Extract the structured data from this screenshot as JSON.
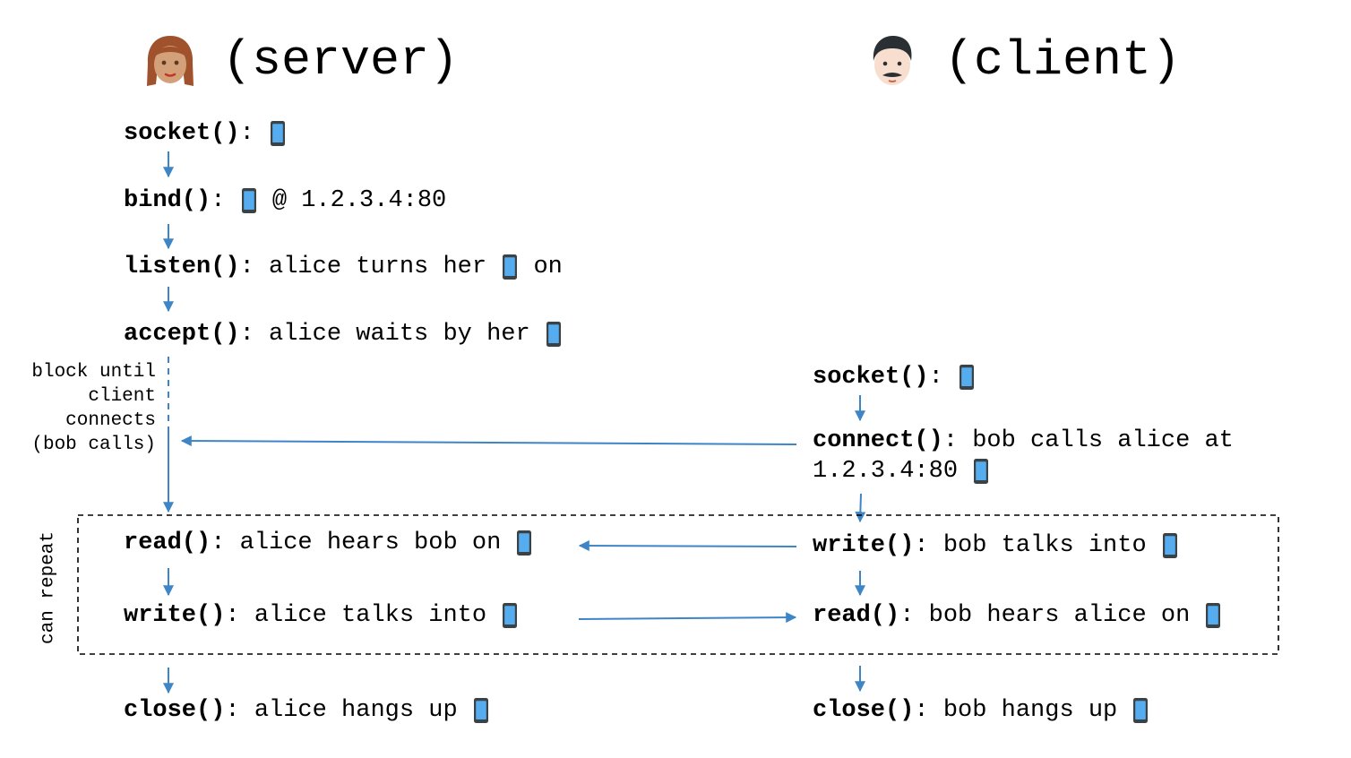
{
  "colors": {
    "arrow": "#3d85c6",
    "phone_body": "#3b4246",
    "phone_screen": "#55acee"
  },
  "icons": {
    "server_avatar": "woman-emoji-icon",
    "client_avatar": "man-emoji-icon",
    "phone": "mobile-phone-icon"
  },
  "server": {
    "title": "(server)",
    "steps": [
      {
        "fn": "socket()",
        "sep": ": ",
        "text": "",
        "after_icon": ""
      },
      {
        "fn": "bind()",
        "sep": ": ",
        "text": "",
        "after_icon": " @ 1.2.3.4:80"
      },
      {
        "fn": "listen()",
        "sep": ": ",
        "text": "alice turns her ",
        "after_icon": " on"
      },
      {
        "fn": "accept()",
        "sep": ": ",
        "text": "alice waits by her ",
        "after_icon": ""
      },
      {
        "fn": "read()",
        "sep": ": ",
        "text": "alice hears bob on ",
        "after_icon": ""
      },
      {
        "fn": "write()",
        "sep": ": ",
        "text": "alice talks into ",
        "after_icon": ""
      },
      {
        "fn": "close()",
        "sep": ": ",
        "text": "alice hangs up ",
        "after_icon": ""
      }
    ]
  },
  "client": {
    "title": "(client)",
    "steps": [
      {
        "fn": "socket()",
        "sep": ": ",
        "text": "",
        "after_icon": ""
      },
      {
        "fn": "connect()",
        "sep": ": ",
        "text": "bob calls alice at",
        "line2": "1.2.3.4:80 "
      },
      {
        "fn": "write()",
        "sep": ": ",
        "text": "bob talks into ",
        "after_icon": ""
      },
      {
        "fn": "read()",
        "sep": ": ",
        "text": "bob hears alice on ",
        "after_icon": ""
      },
      {
        "fn": "close()",
        "sep": ": ",
        "text": "bob hangs up ",
        "after_icon": ""
      }
    ]
  },
  "annotations": {
    "block_note": [
      "block until",
      "client",
      "connects",
      "(bob calls)"
    ],
    "repeat_label": "can repeat"
  }
}
